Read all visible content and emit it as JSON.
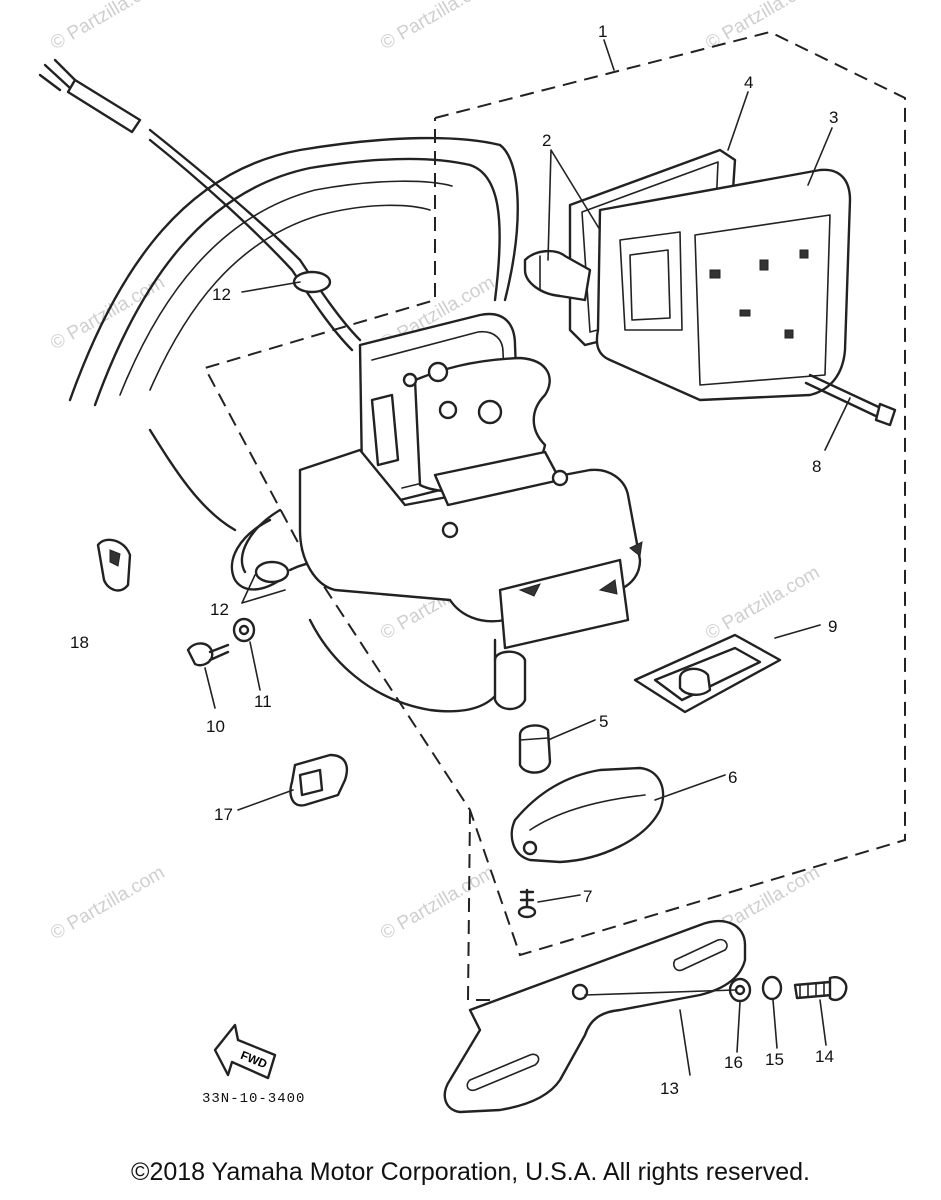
{
  "watermark": "© Partzilla.com",
  "callouts": [
    "1",
    "2",
    "3",
    "4",
    "5",
    "6",
    "7",
    "8",
    "9",
    "10",
    "11",
    "12",
    "12",
    "13",
    "14",
    "15",
    "16",
    "17",
    "18"
  ],
  "arrow_label": "FWD",
  "diagram_code": "33N-10-3400",
  "copyright": "©2018  Yamaha Motor Corporation, U.S.A. All rights reserved."
}
